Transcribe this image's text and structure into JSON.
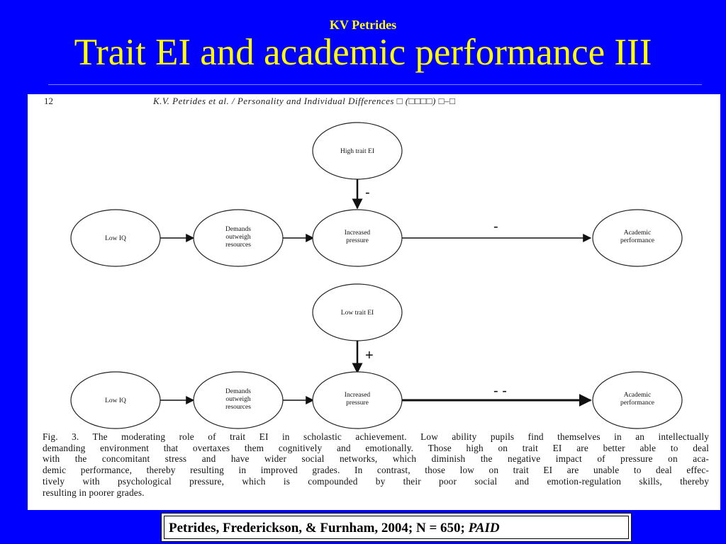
{
  "header": {
    "author": "KV Petrides",
    "title": "Trait EI and academic performance III"
  },
  "figure": {
    "page_number": "12",
    "running_head": "K.V. Petrides et al. / Personality and Individual Differences □ (□□□□) □–□",
    "top_panel": {
      "moderator": "High trait EI",
      "moderator_sign": "-",
      "path_sign": "-",
      "nodes": [
        "Low IQ",
        "Demands outweigh resources",
        "Increased pressure",
        "Academic performance"
      ]
    },
    "bottom_panel": {
      "moderator": "Low trait EI",
      "moderator_sign": "+",
      "path_sign": "- -",
      "nodes": [
        "Low IQ",
        "Demands outweigh resources",
        "Increased pressure",
        "Academic performance"
      ]
    },
    "caption_lines": [
      "Fig. 3.  The moderating role of trait EI in scholastic achievement. Low ability pupils find themselves in an intellectually",
      "demanding environment that overtaxes them cognitively and emotionally. Those high on trait EI are better able to deal",
      "with the concomitant stress and have wider social networks, which diminish the negative impact of pressure on aca-",
      "demic performance, thereby resulting in improved grades. In contrast, those low on trait EI are unable to deal effec-",
      "tively with psychological pressure, which is compounded by their poor social and emotion-regulation skills, thereby",
      "resulting in poorer grades."
    ]
  },
  "citation": {
    "text": "Petrides, Frederickson, & Furnham, 2004; N = 650; ",
    "journal": "PAID"
  }
}
